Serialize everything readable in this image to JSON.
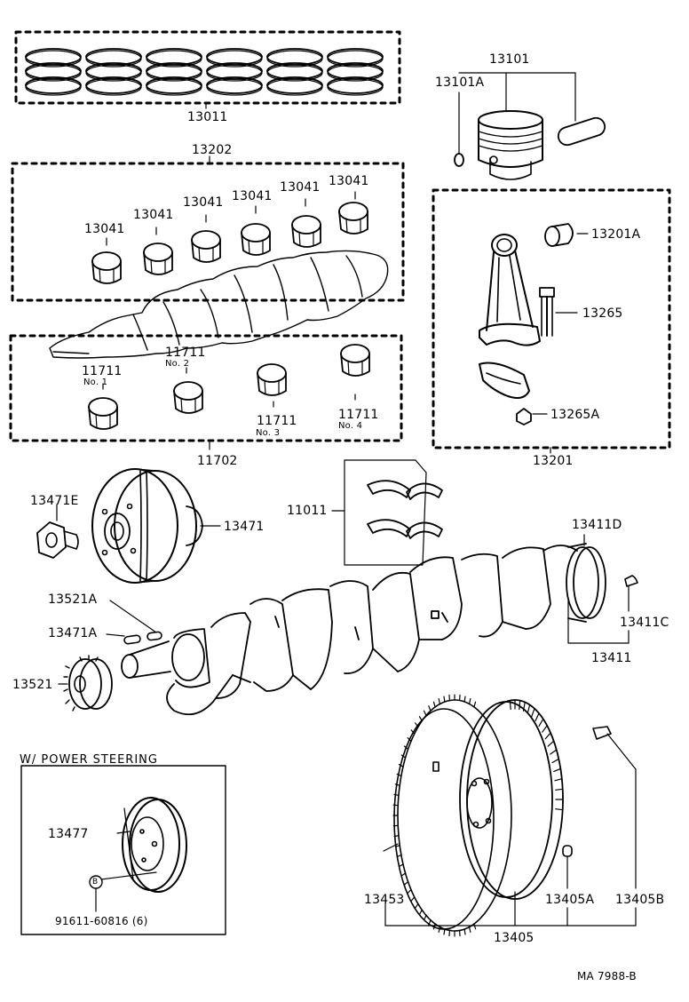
{
  "labels": {
    "ring_set": "13011",
    "piston_set": "13101",
    "piston_pin": "13101A",
    "conrod_bearing_set": "13202",
    "conrod_bearing_1": "13041",
    "conrod_bearing_2": "13041",
    "conrod_bearing_3": "13041",
    "conrod_bearing_4": "13041",
    "conrod_bearing_5": "13041",
    "conrod_bearing_6": "13041",
    "conrod_bushing": "13201A",
    "conrod_bolt": "13265",
    "conrod_nut": "13265A",
    "conrod_assy": "13201",
    "main_bearing_1": "11711",
    "main_bearing_1_no": "No. 1",
    "main_bearing_2": "11711",
    "main_bearing_2_no": "No. 2",
    "main_bearing_3": "11711",
    "main_bearing_3_no": "No. 3",
    "main_bearing_4": "11711",
    "main_bearing_4_no": "No. 4",
    "main_bearing_set": "11702",
    "pulley_nut": "13471E",
    "pulley": "13471",
    "thrust_washer": "11011",
    "crank_key_a": "13521A",
    "crank_key_b": "13471A",
    "timing_gear": "13521",
    "oil_seal": "13411D",
    "crank_pin": "13411C",
    "crankshaft": "13411",
    "power_steering_title": "W/ POWER STEERING",
    "ps_pulley": "13477",
    "bolt_marker": "B",
    "ps_bolt": "91611-60816 (6)",
    "ring_gear": "13453",
    "flywheel_dowel": "13405A",
    "flywheel_bolt": "13405B",
    "flywheel": "13405",
    "drawing_code": "MA  7988-B"
  }
}
